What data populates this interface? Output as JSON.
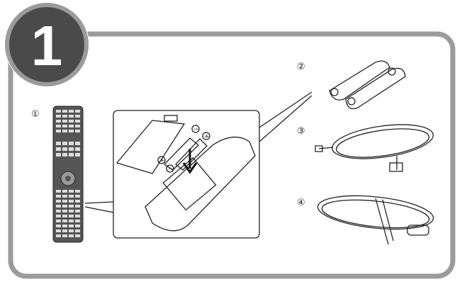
{
  "step": {
    "number": "1"
  },
  "items": [
    {
      "marker": "①",
      "name": "remote-control"
    },
    {
      "marker": "②",
      "name": "batteries"
    },
    {
      "marker": "③",
      "name": "power-cable"
    },
    {
      "marker": "④",
      "name": "fm-antenna"
    }
  ],
  "battery_signs": {
    "plus": "+",
    "minus": "−"
  },
  "colors": {
    "frame": "#9b9b9b",
    "badge": "#4a4a4a",
    "badge_text": "#ffffff"
  }
}
